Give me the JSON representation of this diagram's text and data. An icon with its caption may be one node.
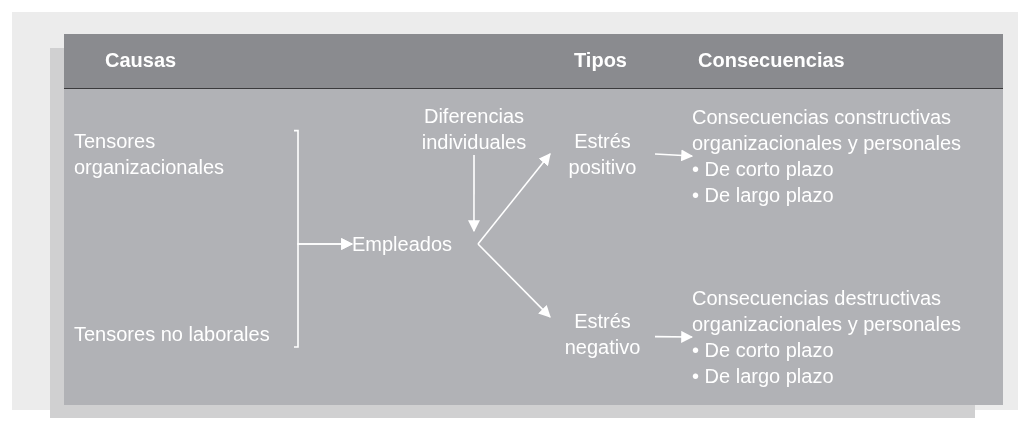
{
  "diagram": {
    "nodes": [
      {
        "text": [
          "Tensores organizacionales"
        ]
      },
      {
        "text": [
          "Tensores no laborales"
        ]
      },
      {
        "text": [
          "Diferencias individuales"
        ]
      },
      {
        "text": [
          "Empleados"
        ]
      },
      {
        "text": [
          "Estrés positivo"
        ]
      },
      {
        "text": [
          "Estrés negativo"
        ]
      },
      {
        "text": [
          "Consecuencias constructivas organizacionales y personales",
          "• De corto plazo",
          "• De largo plazo"
        ]
      },
      {
        "text": [
          "Consecuencias destructivas organizacionales y personales",
          "• De corto plazo",
          "• De largo plazo"
        ]
      }
    ],
    "edges": [
      {
        "from": 0,
        "to": 3,
        "arrow": "to"
      },
      {
        "from": 1,
        "to": 3,
        "arrow": "to"
      },
      {
        "from": 2,
        "to": 3,
        "arrow": "to"
      },
      {
        "from": 3,
        "to": 4,
        "arrow": "to"
      },
      {
        "from": 3,
        "to": 5,
        "arrow": "to"
      },
      {
        "from": 4,
        "to": 6,
        "arrow": "to"
      },
      {
        "from": 5,
        "to": 7,
        "arrow": "to"
      }
    ],
    "labels": [
      "Causas",
      "Tipos",
      "Consecuencias"
    ]
  }
}
